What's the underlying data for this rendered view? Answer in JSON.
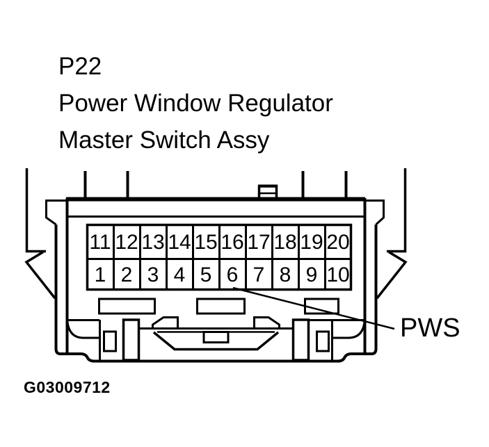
{
  "page": {
    "background": "#ffffff",
    "ink": "#000000"
  },
  "title": {
    "line1": "P22",
    "line2": "Power Window Regulator",
    "line3": "Master Switch Assy"
  },
  "connector": {
    "view": "front",
    "pin_count": 20,
    "pins_top": [
      "11",
      "12",
      "13",
      "14",
      "15",
      "16",
      "17",
      "18",
      "19",
      "20"
    ],
    "pins_bottom": [
      "1",
      "2",
      "3",
      "4",
      "5",
      "6",
      "7",
      "8",
      "9",
      "10"
    ],
    "callout": {
      "label": "PWS",
      "points_to_pin": "6"
    }
  },
  "figure_code": "G03009712"
}
